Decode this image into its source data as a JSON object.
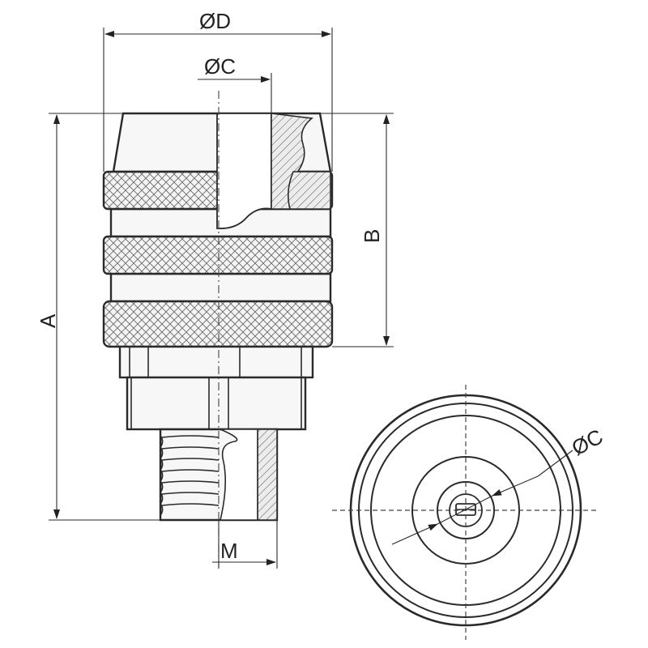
{
  "labels": {
    "diameter_d": "ØD",
    "diameter_c_top": "ØC",
    "diameter_c_end": "ØC",
    "length_a": "A",
    "length_b": "B",
    "thread_m": "M"
  }
}
